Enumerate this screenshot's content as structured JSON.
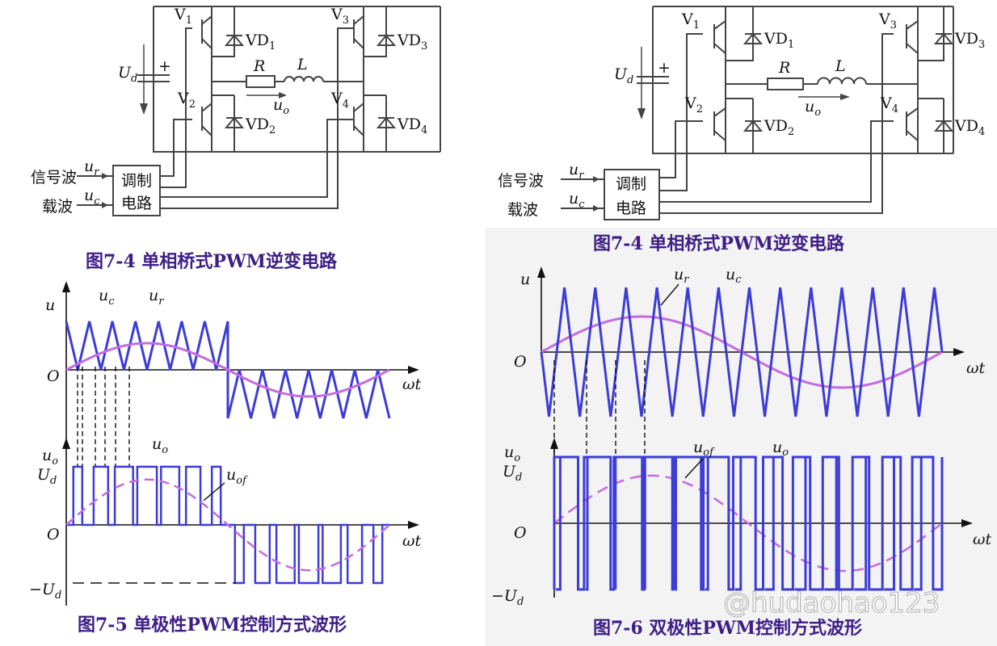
{
  "colors": {
    "carrier": "#3c3cd8",
    "signal": "#c46be0",
    "caption": "#3d1e86",
    "wire": "#444444"
  },
  "circuit": {
    "V1": "V",
    "V1_sub": "1",
    "V2": "V",
    "V2_sub": "2",
    "V3": "V",
    "V3_sub": "3",
    "V4": "V",
    "V4_sub": "4",
    "VD1": "VD",
    "VD1_sub": "1",
    "VD2": "VD",
    "VD2_sub": "2",
    "VD3": "VD",
    "VD3_sub": "3",
    "VD4": "VD",
    "VD4_sub": "4",
    "R": "R",
    "L": "L",
    "Ud": "U",
    "Ud_sub": "d",
    "uo": "u",
    "uo_sub": "o",
    "ur": "u",
    "ur_sub": "r",
    "uc": "u",
    "uc_sub": "c",
    "plus": "+",
    "signal_wave": "信号波",
    "carrier_wave": "载波",
    "mod_line1": "调制",
    "mod_line2": "电路"
  },
  "captions": {
    "left_top": "图7-4  单相桥式PWM逆变电路",
    "right_top": "图7-4  单相桥式PWM逆变电路",
    "left_bottom": "图7-5  单极性PWM控制方式波形",
    "right_bottom": "图7-6  双极性PWM控制方式波形"
  },
  "waveform_labels": {
    "u": "u",
    "O": "O",
    "wt": "ωt",
    "uc": "u",
    "uc_sub": "c",
    "ur": "u",
    "ur_sub": "r",
    "uo": "u",
    "uo_sub": "o",
    "uof": "u",
    "uof_sub": "of",
    "Ud": "U",
    "Ud_sub": "d",
    "neg_Ud": "−U",
    "neg_Ud_sub": "d"
  },
  "watermark": "@hudaohao123",
  "chart_data": [
    {
      "type": "line",
      "name": "unipolar",
      "carrier_shape": "triangle",
      "carrier_cycles_per_half_period": 7,
      "signal_shape": "sine",
      "signal_periods": 1,
      "modulation_index": 0.55,
      "output_levels": [
        "U_d",
        "0",
        "-U_d"
      ]
    },
    {
      "type": "line",
      "name": "bipolar",
      "carrier_shape": "triangle",
      "carrier_cycles_per_period": 13,
      "signal_shape": "sine",
      "signal_periods": 1,
      "modulation_index": 0.55,
      "output_levels": [
        "U_d",
        "-U_d"
      ]
    }
  ]
}
